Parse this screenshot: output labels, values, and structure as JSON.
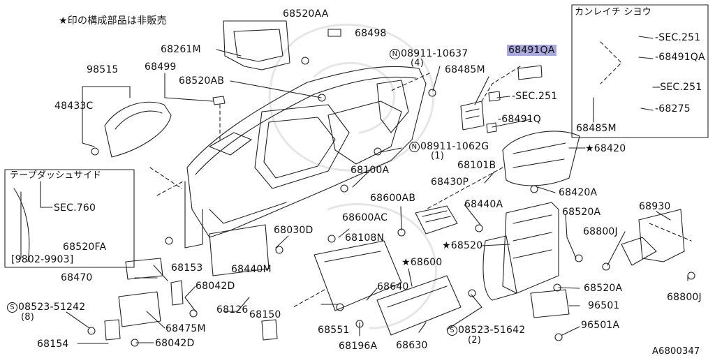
{
  "note": "★印の構成部品は非販売",
  "diagram_id": "A6800347",
  "selected_part": "68491QA",
  "insets": {
    "left_title": "テープダッシュサイド",
    "right_title": "カンレイチ シヨウ"
  },
  "labels": {
    "p68520AA": "68520AA",
    "p68498": "68498",
    "p68261M": "68261M",
    "p98515": "98515",
    "p68499": "68499",
    "p48433C": "48433C",
    "p68520AB": "68520AB",
    "p08911_10637": "08911-10637",
    "p08911_10637_qty": "(4)",
    "p68491QA_sel": "68491QA",
    "p68485M": "68485M",
    "psec251_a": "SEC.251",
    "p68491Q": "68491Q",
    "p08911_1062G": "08911-1062G",
    "p08911_1062G_qty": "(1)",
    "p68420": "68420",
    "p68101B": "68101B",
    "p68100A": "68100A",
    "p68420A": "68420A",
    "p68430P": "68430P",
    "p68600AB": "68600AB",
    "p68440A": "68440A",
    "p68520A_a": "68520A",
    "p68930": "68930",
    "p68600AC": "68600AC",
    "p68030D": "68030D",
    "p68108N": "68108N",
    "p68520": "68520",
    "p68800J_a": "68800J",
    "p68440M": "68440M",
    "p68600": "68600",
    "p68153": "68153",
    "p68470": "68470",
    "p68042D_a": "68042D",
    "p68640": "68640",
    "p68520A_b": "68520A",
    "p68800J_b": "68800J",
    "p68126": "68126",
    "p96501": "96501",
    "p08523_51242": "08523-51242",
    "p08523_51242_qty": "(8)",
    "p68475M": "68475M",
    "p68150": "68150",
    "p68551": "68551",
    "p08523_51642": "08523-51642",
    "p08523_51642_qty": "(2)",
    "p96501A": "96501A",
    "p68154": "68154",
    "p68042D_b": "68042D",
    "p68196A": "68196A",
    "p68630": "68630",
    "psec760": "SEC.760",
    "p68520FA": "68520FA",
    "p9802_9903": "[9802-9903]",
    "psec251_b": "SEC.251",
    "psec251_c": "SEC.251",
    "p68275": "68275",
    "p68485M_inset": "68485M"
  },
  "markers": {
    "star": "★",
    "n": "N",
    "s": "S"
  }
}
